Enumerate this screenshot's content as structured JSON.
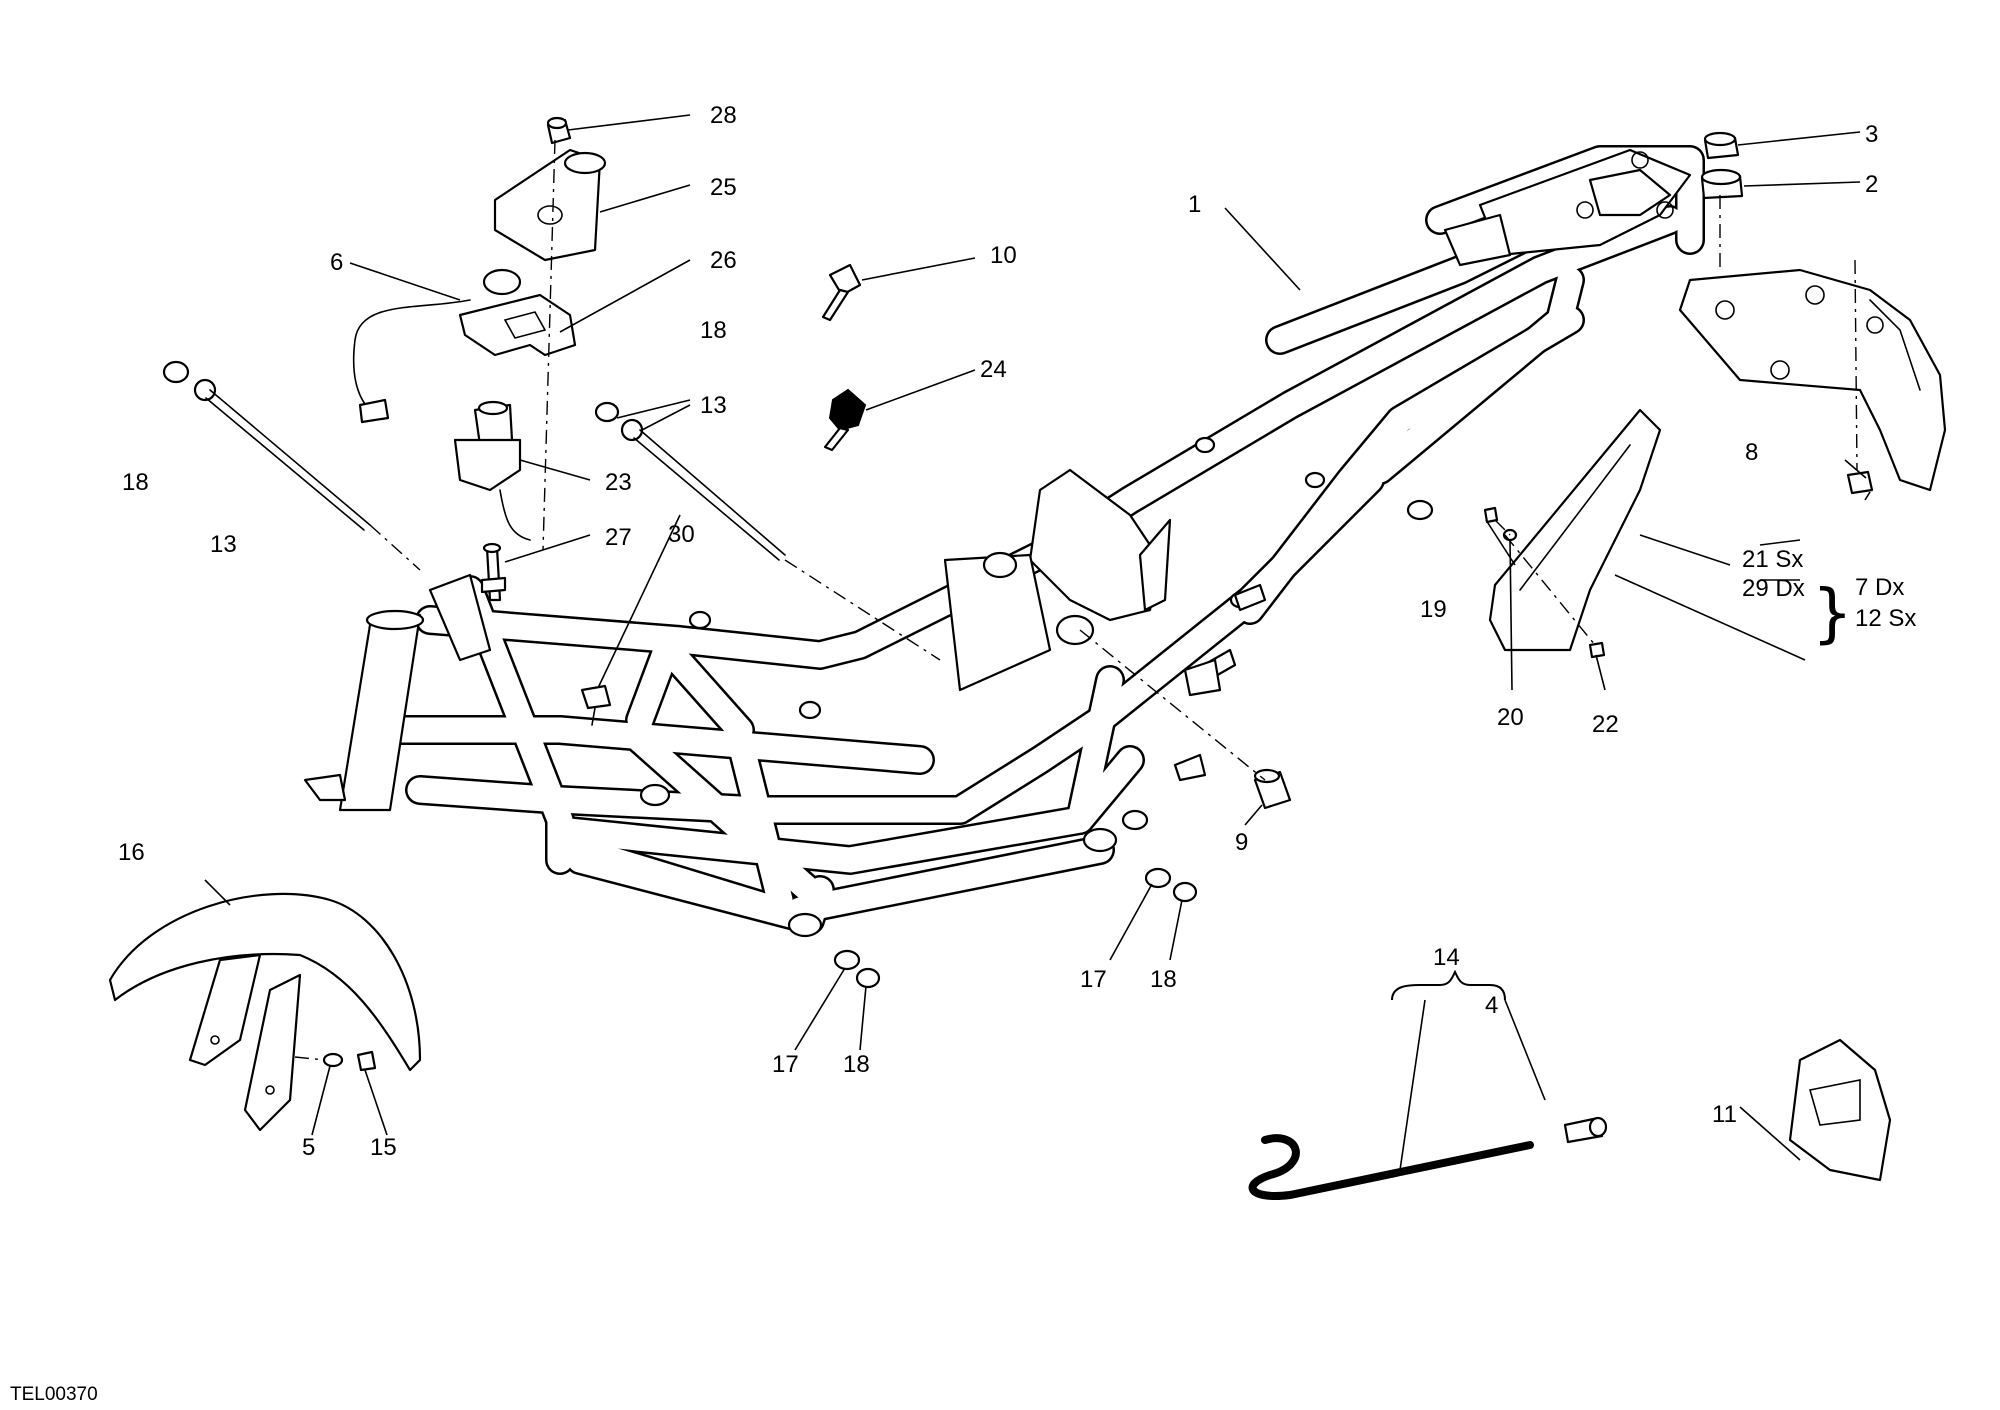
{
  "drawing_code": "TEL00370",
  "callouts": {
    "c1": "1",
    "c2": "2",
    "c3": "3",
    "c4": "4",
    "c5": "5",
    "c6": "6",
    "c8": "8",
    "c9": "9",
    "c10": "10",
    "c11": "11",
    "c13a": "13",
    "c13b": "13",
    "c14": "14",
    "c15": "15",
    "c16": "16",
    "c17a": "17",
    "c17b": "17",
    "c18a": "18",
    "c18b": "18",
    "c18c": "18",
    "c18d": "18",
    "c19": "19",
    "c20": "20",
    "c22": "22",
    "c23": "23",
    "c24": "24",
    "c25": "25",
    "c26": "26",
    "c27": "27",
    "c28": "28",
    "c30": "30"
  },
  "side_variants": {
    "left_top": "21 Sx",
    "left_bottom": "29 Dx",
    "right_top": "7 Dx",
    "right_bottom": "12 Sx"
  }
}
